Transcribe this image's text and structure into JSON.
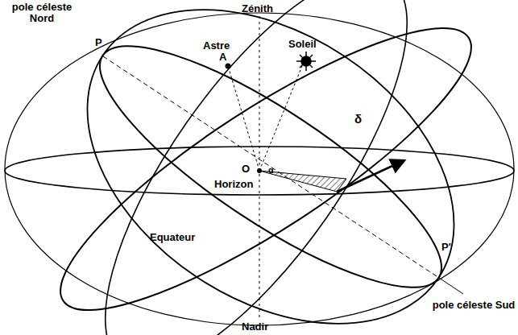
{
  "diagram": {
    "labels": [
      "pole céleste Nord",
      "Zénith",
      "P",
      "Astre",
      "A",
      "Soleil",
      "δ",
      "O",
      "α",
      "Horizon",
      "Equateur",
      "P'",
      "pole céleste Sud",
      "Nadir"
    ]
  }
}
